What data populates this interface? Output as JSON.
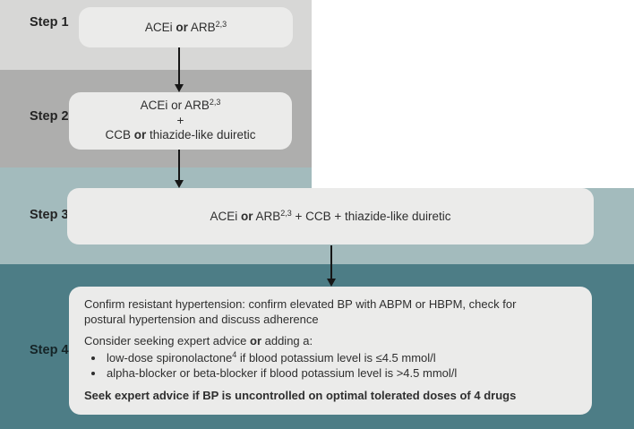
{
  "steps": {
    "step1": {
      "label": "Step 1",
      "line": {
        "pre": "ACEi ",
        "bold_or": "or",
        "post": " ARB",
        "sup": "2,3"
      }
    },
    "step2": {
      "label": "Step 2",
      "line1": {
        "text": "ACEi or ARB",
        "sup": "2,3"
      },
      "line2": "+",
      "line3": {
        "pre": "CCB ",
        "bold_or": "or",
        "post": " thiazide-like duiretic"
      }
    },
    "step3": {
      "label": "Step 3",
      "line": {
        "pre": "ACEi ",
        "bold_or": "or",
        "post": " ARB",
        "sup": "2,3",
        "tail": " + CCB + thiazide-like duiretic"
      }
    },
    "step4": {
      "label": "Step 4",
      "para1": "Confirm resistant hypertension: confirm elevated BP with ABPM or HBPM, check for postural hypertension and discuss adherence",
      "para2": {
        "pre": "Consider seeking expert advice ",
        "bold_or": "or",
        "post": " adding a:"
      },
      "bullet1": {
        "pre": "low-dose spironolactone",
        "sup": "4",
        "post": " if blood potassium level is ≤4.5 mmol/l"
      },
      "bullet2": "alpha-blocker or beta-blocker if blood potassium level is >4.5 mmol/l",
      "para3": "Seek expert advice if BP is uncontrolled on optimal tolerated doses of 4 drugs"
    }
  },
  "colors": {
    "step1_band": "#d7d7d6",
    "step2_band": "#aeaead",
    "step3_band": "#a3bbbd",
    "step4_band": "#4d7d86",
    "box_fill": "#ebebea",
    "text": "#2e2e2e",
    "arrow": "#161616"
  }
}
